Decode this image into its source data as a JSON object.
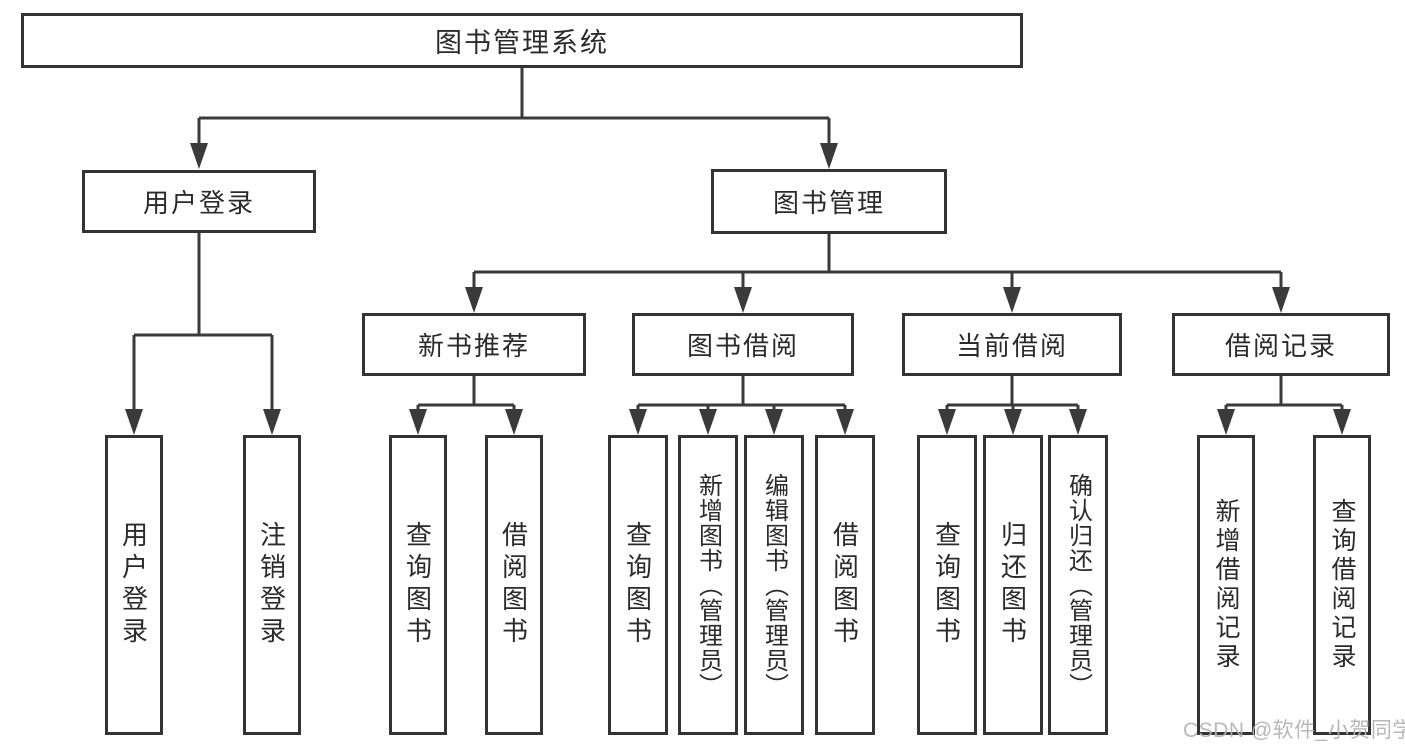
{
  "diagram": {
    "root": {
      "label": "图书管理系统"
    },
    "level2": [
      {
        "label": "用户登录"
      },
      {
        "label": "图书管理"
      }
    ],
    "level3": [
      {
        "label": "新书推荐"
      },
      {
        "label": "图书借阅"
      },
      {
        "label": "当前借阅"
      },
      {
        "label": "借阅记录"
      }
    ],
    "leaves": {
      "user_login": [
        {
          "label": "用户登录"
        },
        {
          "label": "注销登录"
        }
      ],
      "new_book": [
        {
          "label": "查询图书"
        },
        {
          "label": "借阅图书"
        }
      ],
      "book_borrow": [
        {
          "label": "查询图书"
        },
        {
          "label": "新增图书（管理员）"
        },
        {
          "label": "编辑图书（管理员）"
        },
        {
          "label": "借阅图书"
        }
      ],
      "current_borrow": [
        {
          "label": "查询图书"
        },
        {
          "label": "归还图书"
        },
        {
          "label": "确认归还（管理员）"
        }
      ],
      "borrow_records": [
        {
          "label": "新增借阅记录"
        },
        {
          "label": "查询借阅记录"
        }
      ]
    }
  },
  "watermark": {
    "text": "CSDN @软件_小贺同学"
  },
  "colors": {
    "line": "#3a3a3a",
    "box_border": "#333333",
    "text": "#2b2b2b",
    "watermark": "#b2b2b2",
    "background": "#ffffff"
  }
}
